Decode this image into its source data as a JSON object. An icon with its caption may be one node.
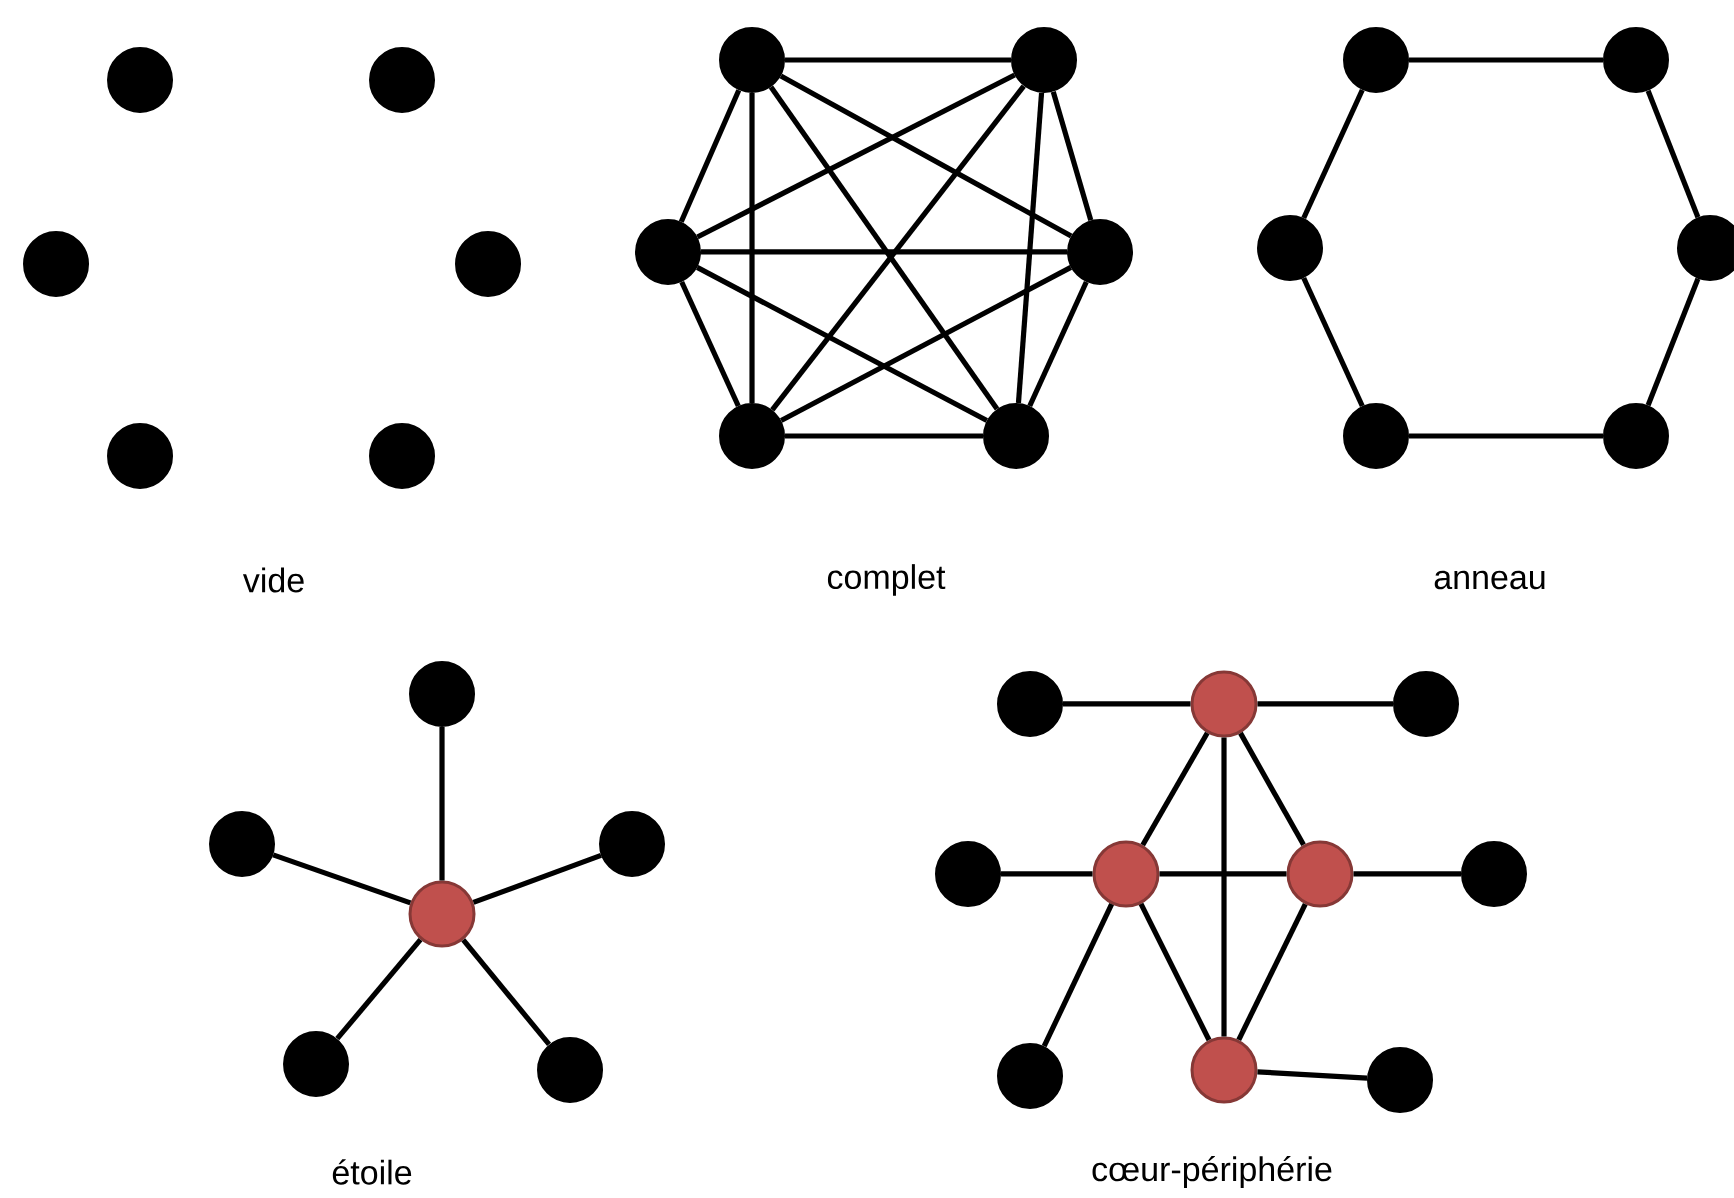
{
  "diagram": {
    "nodes": [
      {
        "text": [],
        "shape": "circle"
      },
      {
        "text": [],
        "shape": "circle"
      },
      {
        "text": [],
        "shape": "circle"
      },
      {
        "text": [],
        "shape": "circle"
      },
      {
        "text": [],
        "shape": "circle"
      },
      {
        "text": [],
        "shape": "circle"
      },
      {
        "text": [],
        "shape": "circle"
      },
      {
        "text": [],
        "shape": "circle"
      },
      {
        "text": [],
        "shape": "circle"
      },
      {
        "text": [],
        "shape": "circle"
      },
      {
        "text": [],
        "shape": "circle"
      },
      {
        "text": [],
        "shape": "circle"
      },
      {
        "text": [],
        "shape": "circle"
      },
      {
        "text": [],
        "shape": "circle"
      },
      {
        "text": [],
        "shape": "circle"
      },
      {
        "text": [],
        "shape": "circle"
      },
      {
        "text": [],
        "shape": "circle"
      },
      {
        "text": [],
        "shape": "circle"
      },
      {
        "text": [],
        "shape": "circle"
      },
      {
        "text": [],
        "shape": "circle"
      },
      {
        "text": [],
        "shape": "circle"
      },
      {
        "text": [],
        "shape": "circle"
      },
      {
        "text": [],
        "shape": "circle"
      },
      {
        "text": [],
        "shape": "circle"
      },
      {
        "text": [],
        "shape": "circle"
      },
      {
        "text": [],
        "shape": "circle"
      },
      {
        "text": [],
        "shape": "circle"
      },
      {
        "text": [],
        "shape": "circle"
      },
      {
        "text": [],
        "shape": "circle"
      },
      {
        "text": [],
        "shape": "circle"
      },
      {
        "text": [],
        "shape": "circle"
      },
      {
        "text": [],
        "shape": "circle"
      },
      {
        "text": [],
        "shape": "circle"
      },
      {
        "text": [],
        "shape": "circle"
      }
    ],
    "edges": [
      {
        "from": 6,
        "to": 7,
        "arrow": "none"
      },
      {
        "from": 6,
        "to": 8,
        "arrow": "none"
      },
      {
        "from": 6,
        "to": 9,
        "arrow": "none"
      },
      {
        "from": 6,
        "to": 10,
        "arrow": "none"
      },
      {
        "from": 6,
        "to": 11,
        "arrow": "none"
      },
      {
        "from": 7,
        "to": 8,
        "arrow": "none"
      },
      {
        "from": 7,
        "to": 9,
        "arrow": "none"
      },
      {
        "from": 7,
        "to": 10,
        "arrow": "none"
      },
      {
        "from": 7,
        "to": 11,
        "arrow": "none"
      },
      {
        "from": 8,
        "to": 9,
        "arrow": "none"
      },
      {
        "from": 8,
        "to": 10,
        "arrow": "none"
      },
      {
        "from": 8,
        "to": 11,
        "arrow": "none"
      },
      {
        "from": 9,
        "to": 10,
        "arrow": "none"
      },
      {
        "from": 9,
        "to": 11,
        "arrow": "none"
      },
      {
        "from": 10,
        "to": 11,
        "arrow": "none"
      },
      {
        "from": 12,
        "to": 13,
        "arrow": "none"
      },
      {
        "from": 13,
        "to": 15,
        "arrow": "none"
      },
      {
        "from": 15,
        "to": 17,
        "arrow": "none"
      },
      {
        "from": 17,
        "to": 16,
        "arrow": "none"
      },
      {
        "from": 16,
        "to": 14,
        "arrow": "none"
      },
      {
        "from": 14,
        "to": 12,
        "arrow": "none"
      },
      {
        "from": 20,
        "to": 18,
        "arrow": "none"
      },
      {
        "from": 20,
        "to": 19,
        "arrow": "none"
      },
      {
        "from": 20,
        "to": 21,
        "arrow": "none"
      },
      {
        "from": 20,
        "to": 22,
        "arrow": "none"
      },
      {
        "from": 20,
        "to": 23,
        "arrow": "none"
      },
      {
        "from": 24,
        "to": 25,
        "arrow": "none"
      },
      {
        "from": 25,
        "to": 26,
        "arrow": "none"
      },
      {
        "from": 25,
        "to": 28,
        "arrow": "none"
      },
      {
        "from": 25,
        "to": 29,
        "arrow": "none"
      },
      {
        "from": 25,
        "to": 32,
        "arrow": "none"
      },
      {
        "from": 27,
        "to": 28,
        "arrow": "none"
      },
      {
        "from": 28,
        "to": 29,
        "arrow": "none"
      },
      {
        "from": 29,
        "to": 30,
        "arrow": "none"
      },
      {
        "from": 28,
        "to": 31,
        "arrow": "none"
      },
      {
        "from": 28,
        "to": 32,
        "arrow": "none"
      },
      {
        "from": 29,
        "to": 32,
        "arrow": "none"
      },
      {
        "from": 32,
        "to": 33,
        "arrow": "none"
      }
    ],
    "labels": [
      "vide",
      "complet",
      "anneau",
      "étoile",
      "cœur-périphérie"
    ]
  }
}
